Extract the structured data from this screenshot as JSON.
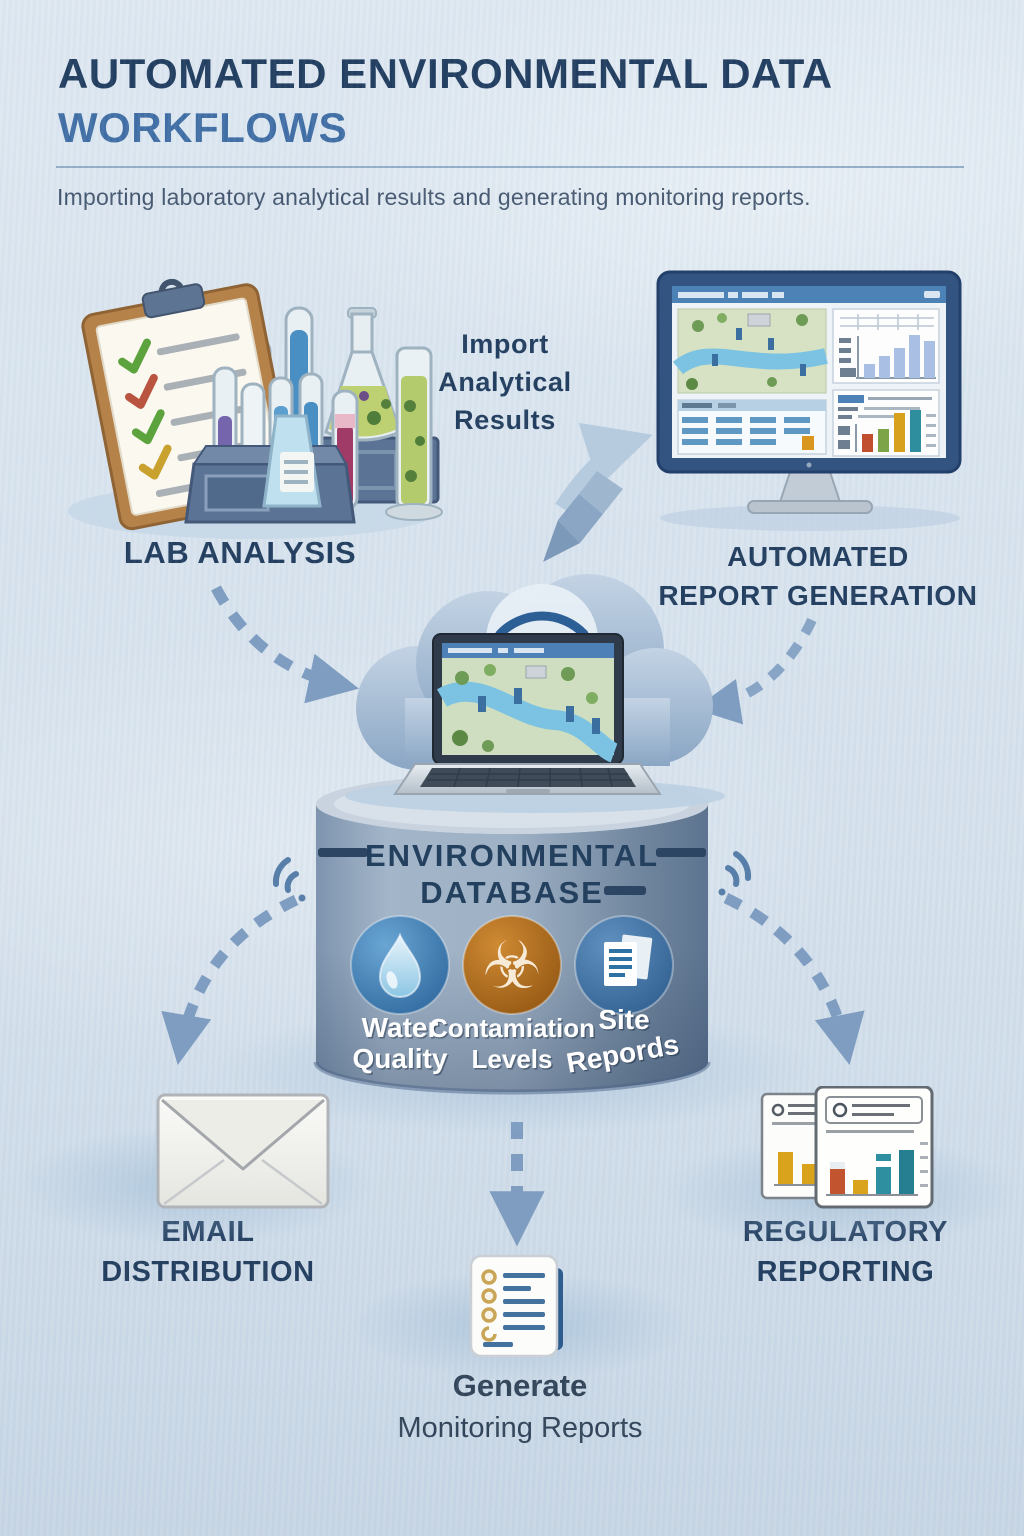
{
  "header": {
    "title_line1": "AUTOMATED ENVIRONMENTAL DATA",
    "title_line2": "WORKFLOWS",
    "subtitle": "Importing laboratory analytical results and generating monitoring reports."
  },
  "nodes": {
    "lab_analysis": {
      "label": "LAB ANALYSIS",
      "icon": "lab-equipment"
    },
    "import_results": {
      "line1": "Import",
      "line2": "Analytical",
      "line3": "Results"
    },
    "report_generation": {
      "line1": "AUTOMATED",
      "line2": "REPORT GENERATION",
      "icon": "desktop-dashboard"
    },
    "cloud_sync": {
      "icon": "cloud-wifi-laptop"
    },
    "database": {
      "title_line1": "ENVIRONMENTAL",
      "title_line2": "DATABASE",
      "items": [
        {
          "icon": "water-drop",
          "line1": "Water",
          "line2": "Quality"
        },
        {
          "icon": "biohazard",
          "line1": "Contamiation",
          "line2": "Levels"
        },
        {
          "icon": "site-documents",
          "line1": "Site",
          "line2": "Repords"
        }
      ]
    },
    "email": {
      "line1": "EMAIL",
      "line2": "DISTRIBUTION",
      "icon": "envelope"
    },
    "generate": {
      "line1": "Generate",
      "line2": "Monitoring Reports",
      "icon": "report-checklist"
    },
    "regulatory": {
      "line1": "REGULATORY",
      "line2": "REPORTING",
      "icon": "report-charts"
    }
  },
  "icons": {
    "biohazard_glyph": "☣"
  },
  "colors": {
    "background": "#d9e3ee",
    "title_primary": "#1e3a5d",
    "title_secondary": "#3e6da4",
    "subtitle": "#44566e",
    "node_label": "#1f3a5c",
    "arrow": "#7e9dc1",
    "cylinder": "#7e94af",
    "water_circle": "#2f6ea6",
    "hazard_circle": "#a76a1e",
    "records_circle": "#3a6a9b",
    "bar_red": "#c14e2e",
    "bar_green": "#7ea448",
    "bar_yellow": "#d8a11d",
    "bar_teal": "#2f8e9e"
  }
}
